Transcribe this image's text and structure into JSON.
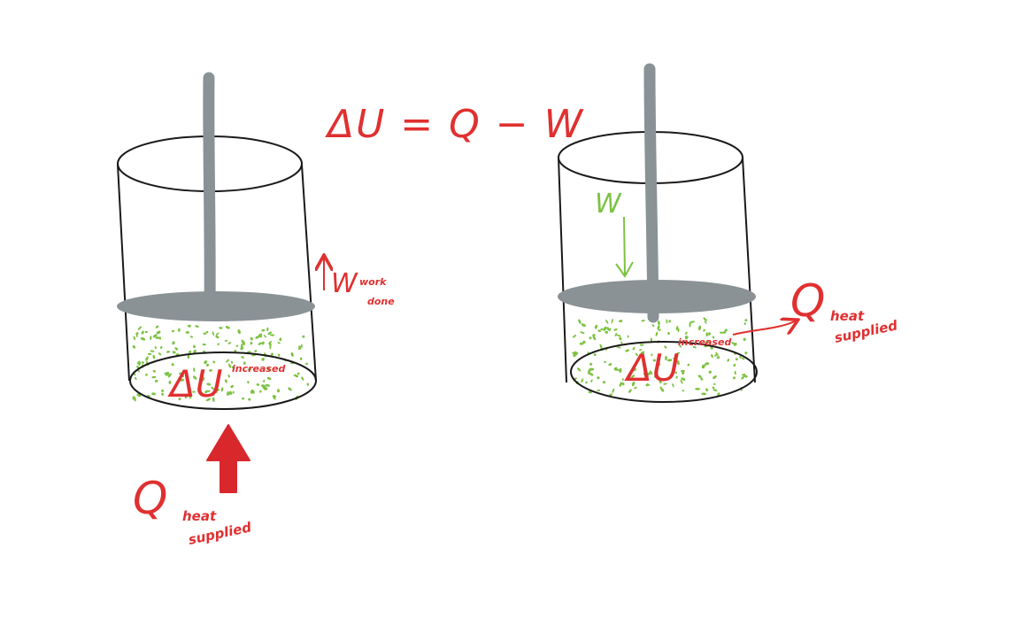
{
  "equation": "ΔU = Q − W",
  "colors": {
    "outline": "#1a1a1a",
    "piston": "#8a9296",
    "red": "#e03030",
    "arrow_red": "#d8282c",
    "green": "#7cc242"
  },
  "left_cylinder": {
    "delta_u": "ΔU",
    "delta_u_sub_1": "increased",
    "delta_u_sub_2": "",
    "work_symbol": "W",
    "work_sub_1": "work",
    "work_sub_2": "done",
    "heat_symbol": "Q",
    "heat_sub_1": "heat",
    "heat_sub_2": "supplied"
  },
  "right_cylinder": {
    "work_symbol": "W",
    "delta_u": "ΔU",
    "delta_u_sub_1": "increased",
    "delta_u_sub_2": "",
    "heat_symbol": "Q",
    "heat_sub_1": "heat",
    "heat_sub_2": "supplied"
  }
}
